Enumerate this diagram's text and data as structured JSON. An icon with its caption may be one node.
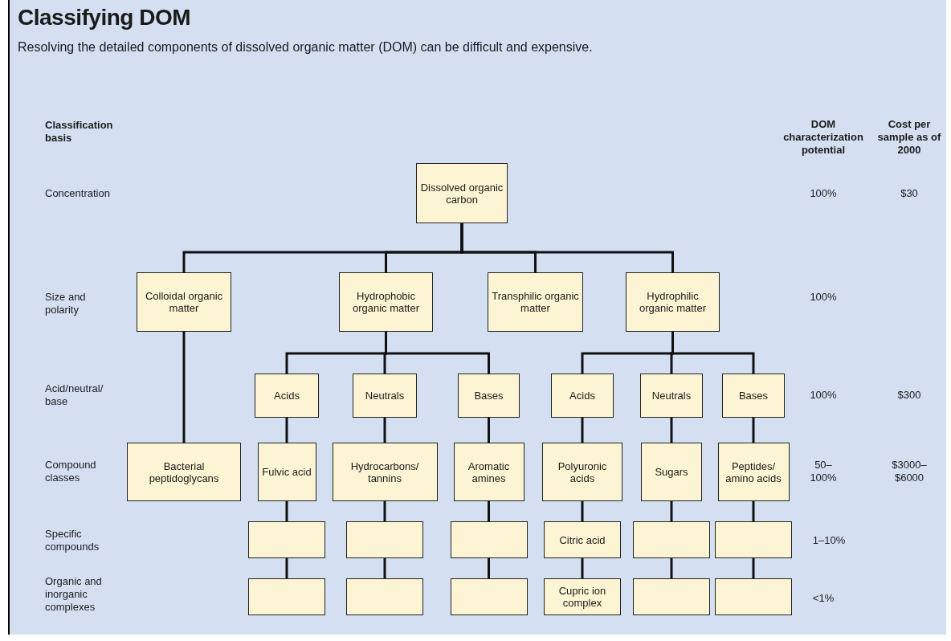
{
  "diagram": {
    "title": "Classifying DOM",
    "caption": "Resolving the detailed components of dissolved organic matter (DOM) can be difficult and expensive.",
    "nodes": [
      {
        "text": [
          "Dissolved organic carbon"
        ]
      },
      {
        "text": [
          "Colloidal organic matter"
        ]
      },
      {
        "text": [
          "Hydrophobic organic matter"
        ]
      },
      {
        "text": [
          "Transphilic organic matter"
        ]
      },
      {
        "text": [
          "Hydrophilic organic matter"
        ]
      },
      {
        "text": [
          "Acids"
        ]
      },
      {
        "text": [
          "Neutrals"
        ]
      },
      {
        "text": [
          "Bases"
        ]
      },
      {
        "text": [
          "Acids"
        ]
      },
      {
        "text": [
          "Neutrals"
        ]
      },
      {
        "text": [
          "Bases"
        ]
      },
      {
        "text": [
          "Bacterial peptidoglycans"
        ]
      },
      {
        "text": [
          "Fulvic acid"
        ]
      },
      {
        "text": [
          "Hydrocarbons/ tannins"
        ]
      },
      {
        "text": [
          "Aromatic amines"
        ]
      },
      {
        "text": [
          "Polyuronic acids"
        ]
      },
      {
        "text": [
          "Sugars"
        ]
      },
      {
        "text": [
          "Peptides/ amino acids"
        ]
      },
      {
        "text": [],
        "shape": "box"
      },
      {
        "text": [],
        "shape": "box"
      },
      {
        "text": [],
        "shape": "box"
      },
      {
        "text": [
          "Citric acid"
        ]
      },
      {
        "text": [],
        "shape": "box"
      },
      {
        "text": [],
        "shape": "box"
      },
      {
        "text": [],
        "shape": "box"
      },
      {
        "text": [],
        "shape": "box"
      },
      {
        "text": [],
        "shape": "box"
      },
      {
        "text": [
          "Cupric ion complex"
        ]
      },
      {
        "text": [],
        "shape": "box"
      },
      {
        "text": [],
        "shape": "box"
      }
    ],
    "edges": [
      {
        "from": 0,
        "to": 1,
        "arrow": "none"
      },
      {
        "from": 0,
        "to": 2,
        "arrow": "none"
      },
      {
        "from": 0,
        "to": 3,
        "arrow": "none"
      },
      {
        "from": 0,
        "to": 4,
        "arrow": "none"
      },
      {
        "from": 1,
        "to": 11,
        "arrow": "none"
      },
      {
        "from": 2,
        "to": 5,
        "arrow": "none"
      },
      {
        "from": 2,
        "to": 6,
        "arrow": "none"
      },
      {
        "from": 2,
        "to": 7,
        "arrow": "none"
      },
      {
        "from": 4,
        "to": 8,
        "arrow": "none"
      },
      {
        "from": 4,
        "to": 9,
        "arrow": "none"
      },
      {
        "from": 4,
        "to": 10,
        "arrow": "none"
      },
      {
        "from": 5,
        "to": 12,
        "arrow": "none"
      },
      {
        "from": 6,
        "to": 13,
        "arrow": "none"
      },
      {
        "from": 7,
        "to": 14,
        "arrow": "none"
      },
      {
        "from": 8,
        "to": 15,
        "arrow": "none"
      },
      {
        "from": 9,
        "to": 16,
        "arrow": "none"
      },
      {
        "from": 10,
        "to": 17,
        "arrow": "none"
      },
      {
        "from": 12,
        "to": 18,
        "arrow": "none"
      },
      {
        "from": 13,
        "to": 19,
        "arrow": "none"
      },
      {
        "from": 14,
        "to": 20,
        "arrow": "none"
      },
      {
        "from": 15,
        "to": 21,
        "arrow": "none"
      },
      {
        "from": 16,
        "to": 22,
        "arrow": "none"
      },
      {
        "from": 17,
        "to": 23,
        "arrow": "none"
      },
      {
        "from": 18,
        "to": 24,
        "arrow": "none"
      },
      {
        "from": 19,
        "to": 25,
        "arrow": "none"
      },
      {
        "from": 20,
        "to": 26,
        "arrow": "none"
      },
      {
        "from": 21,
        "to": 27,
        "arrow": "none"
      },
      {
        "from": 22,
        "to": 28,
        "arrow": "none"
      },
      {
        "from": 23,
        "to": 29,
        "arrow": "none"
      }
    ],
    "labels": [
      "Classification basis",
      "DOM characterization potential",
      "Cost per sample as of 2000",
      "Concentration",
      "100%",
      "$30",
      "Size and polarity",
      "100%",
      "Acid/neutral/ base",
      "100%",
      "$300",
      "Compound classes",
      "50–100%",
      "$3000–$6000",
      "Specific compounds",
      "1–10%",
      "Organic and inorganic complexes",
      "<1%"
    ]
  }
}
